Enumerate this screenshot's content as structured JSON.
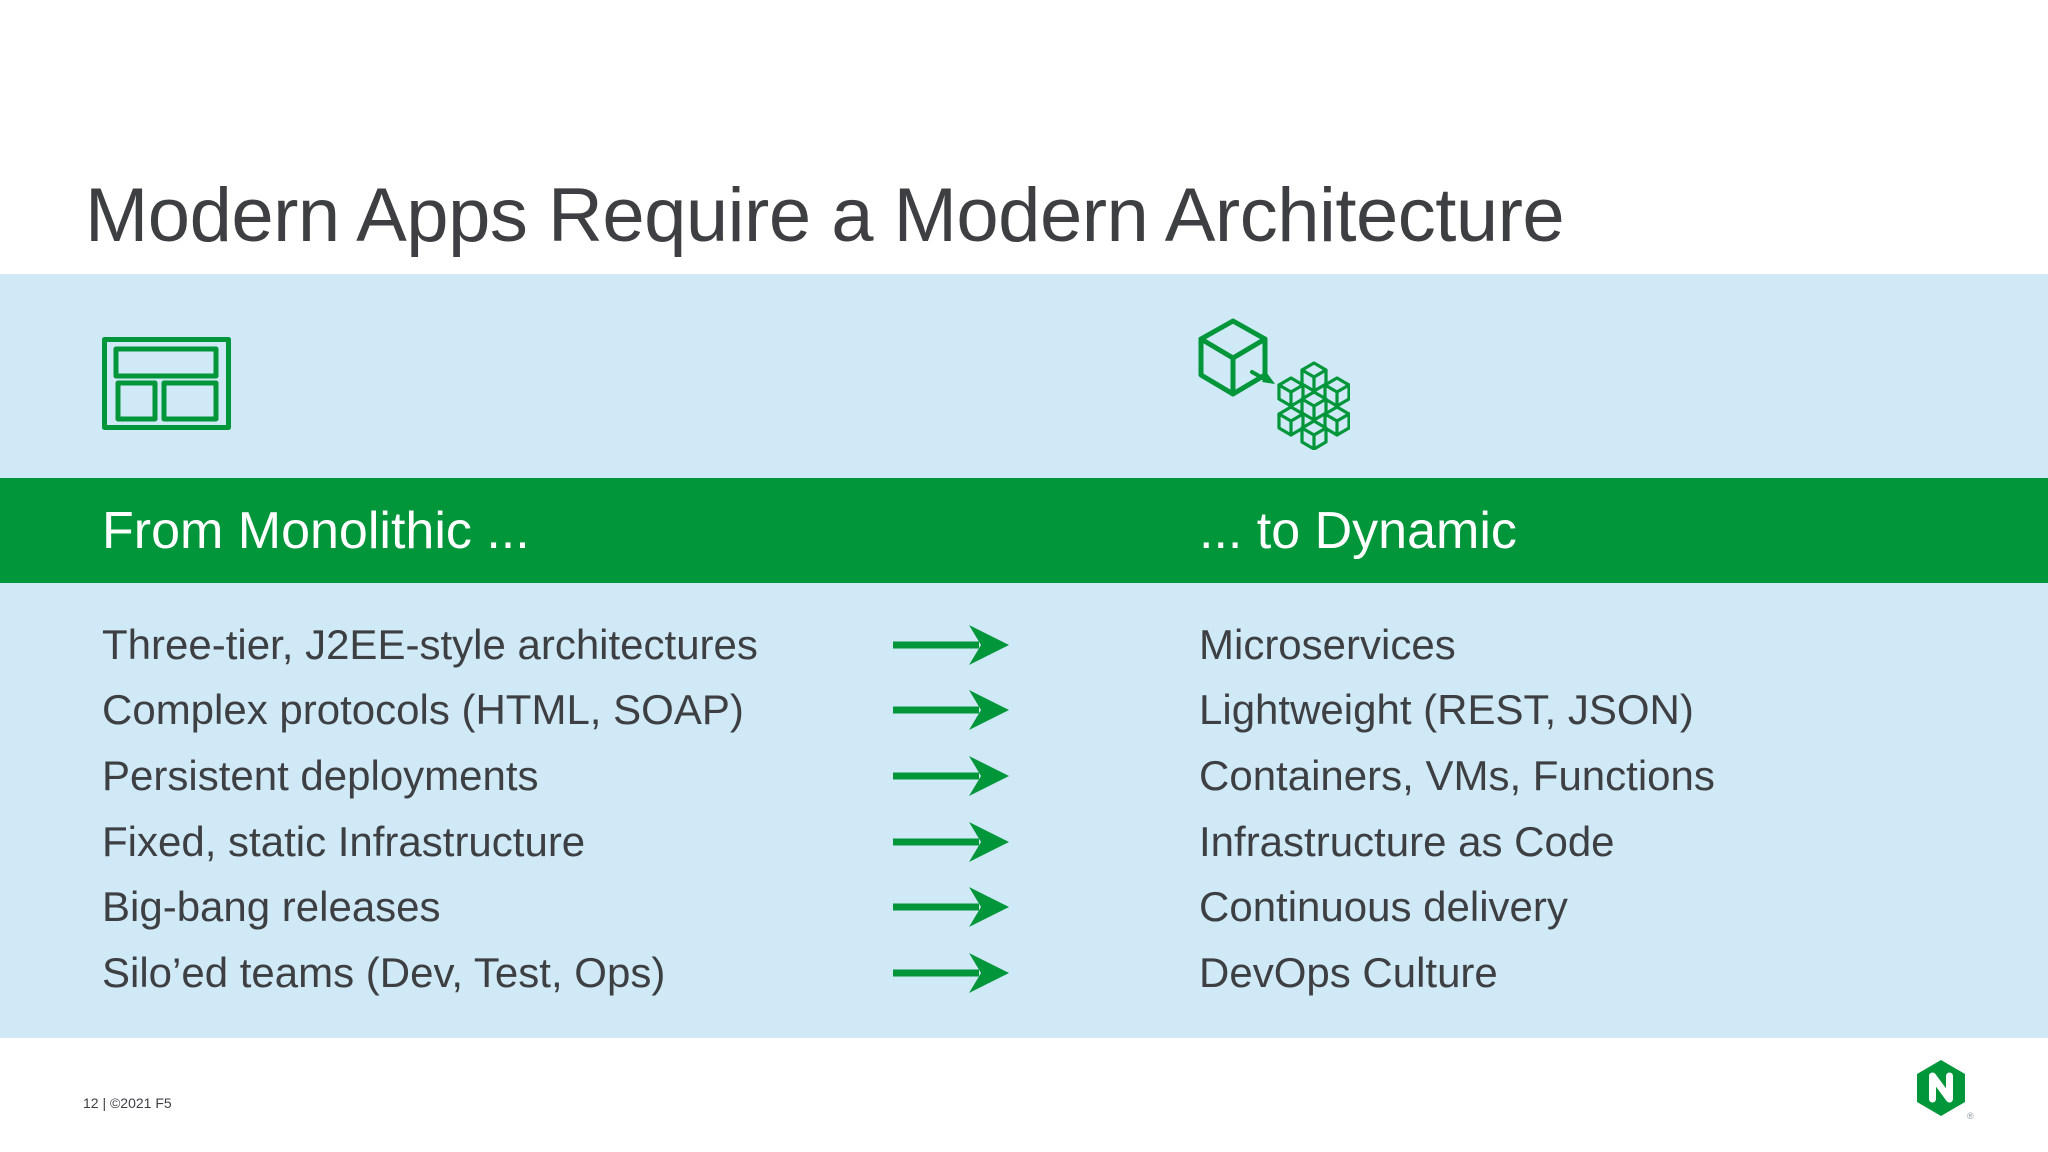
{
  "slide": {
    "title": "Modern Apps Require a Modern Architecture",
    "banner": {
      "left_label": "From Monolithic ...",
      "right_label": "... to Dynamic"
    },
    "comparison_rows": [
      {
        "from": "Three-tier, J2EE-style architectures",
        "to": "Microservices"
      },
      {
        "from": "Complex protocols (HTML, SOAP)",
        "to": "Lightweight (REST, JSON)"
      },
      {
        "from": "Persistent deployments",
        "to": "Containers, VMs, Functions"
      },
      {
        "from": "Fixed, static Infrastructure",
        "to": "Infrastructure as Code"
      },
      {
        "from": "Big-bang releases",
        "to": "Continuous delivery"
      },
      {
        "from": "Silo’ed teams (Dev, Test, Ops)",
        "to": "DevOps Culture"
      }
    ],
    "icons": {
      "monolith": "monolith-window-icon",
      "microservices": "cube-to-microservices-icon",
      "arrow": "right-arrow-icon",
      "logo": "nginx-hexagon-logo"
    },
    "footer": {
      "page_info": "12 | ©2021 F5",
      "registered_mark": "®"
    },
    "colors": {
      "green": "#009639",
      "light_blue": "#cfe9f6",
      "text_dark": "#3d3f42",
      "white": "#ffffff"
    }
  }
}
